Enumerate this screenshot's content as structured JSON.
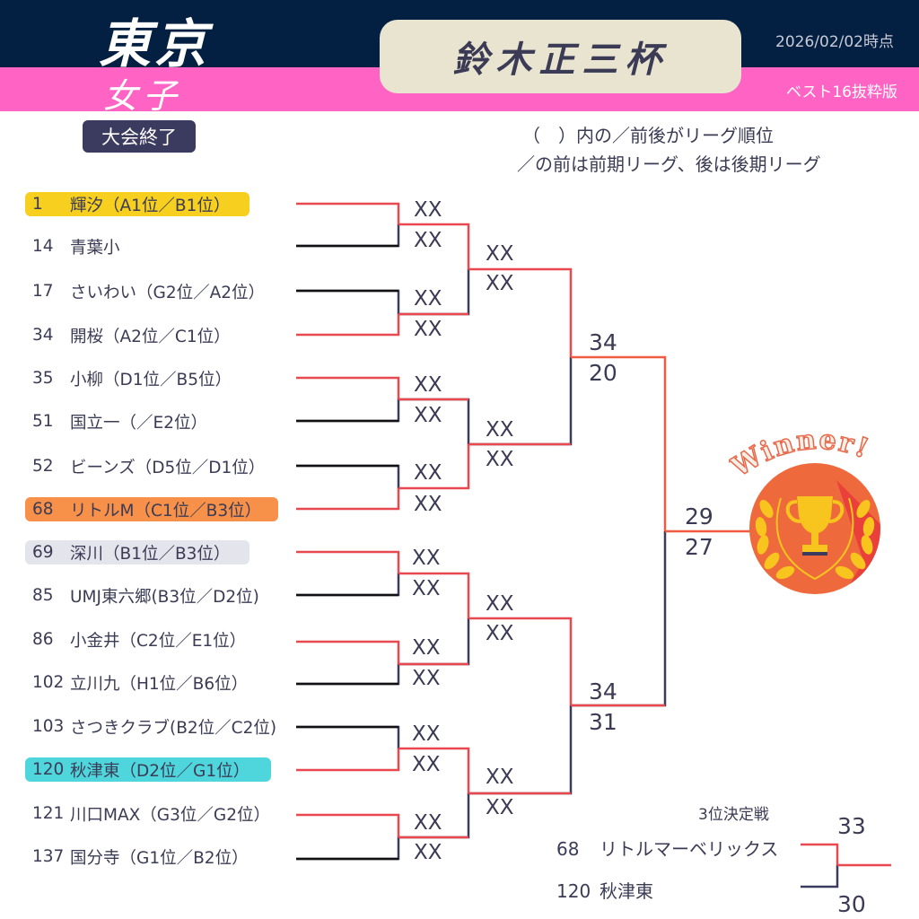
{
  "header": {
    "region": "東京",
    "category": "女子",
    "cup_title": "鈴木正三杯",
    "date": "2026/02/02時点",
    "edition": "ベスト16抜粋版",
    "status": "大会終了"
  },
  "notes": {
    "line1": "（　）内の／前後がリーグ順位",
    "line2": "／の前は前期リーグ、後は後期リーグ"
  },
  "teams": [
    {
      "seed": "1",
      "name": "輝汐（A1位／B1位）",
      "highlight": "#f7cf1f"
    },
    {
      "seed": "14",
      "name": "青葉小",
      "highlight": null
    },
    {
      "seed": "17",
      "name": "さいわい（G2位／A2位）",
      "highlight": null
    },
    {
      "seed": "34",
      "name": "開桜（A2位／C1位）",
      "highlight": null
    },
    {
      "seed": "35",
      "name": "小柳（D1位／B5位）",
      "highlight": null
    },
    {
      "seed": "51",
      "name": "国立一（／E2位）",
      "highlight": null
    },
    {
      "seed": "52",
      "name": "ビーンズ（D5位／D1位）",
      "highlight": null
    },
    {
      "seed": "68",
      "name": "リトルM（C1位／B3位）",
      "highlight": "#f7914a"
    },
    {
      "seed": "69",
      "name": "深川（B1位／B3位）",
      "highlight": "#e4e4ec"
    },
    {
      "seed": "85",
      "name": "UMJ東六郷(B3位／D2位)",
      "highlight": null
    },
    {
      "seed": "86",
      "name": "小金井（C2位／E1位）",
      "highlight": null
    },
    {
      "seed": "102",
      "name": "立川九（H1位／B6位）",
      "highlight": null
    },
    {
      "seed": "103",
      "name": "さつきクラブ(B2位／C2位)",
      "highlight": null
    },
    {
      "seed": "120",
      "name": "秋津東（D2位／G1位）",
      "highlight": "#4fd6dc"
    },
    {
      "seed": "121",
      "name": "川口MAX（G3位／G2位）",
      "highlight": null
    },
    {
      "seed": "137",
      "name": "国分寺（G1位／B2位）",
      "highlight": null
    }
  ],
  "round1_scores": [
    [
      "XX",
      "XX"
    ],
    [
      "XX",
      "XX"
    ],
    [
      "XX",
      "XX"
    ],
    [
      "XX",
      "XX"
    ],
    [
      "XX",
      "XX"
    ],
    [
      "XX",
      "XX"
    ],
    [
      "XX",
      "XX"
    ],
    [
      "XX",
      "XX"
    ]
  ],
  "round2_scores": [
    [
      "XX",
      "XX"
    ],
    [
      "XX",
      "XX"
    ],
    [
      "XX",
      "XX"
    ],
    [
      "XX",
      "XX"
    ]
  ],
  "semifinal_scores": [
    [
      "34",
      "20"
    ],
    [
      "34",
      "31"
    ]
  ],
  "final_scores": [
    "29",
    "27"
  ],
  "winner_label": "Winner!",
  "third_place": {
    "title": "3位決定戦",
    "team1": {
      "seed": "68",
      "name": "リトルマーベリックス",
      "score": "33"
    },
    "team2": {
      "seed": "120",
      "name": "秋津東",
      "score": "30"
    }
  },
  "colors": {
    "navy": "#031f42",
    "pink": "#ff63c3",
    "win_line": "#e8484e",
    "lose_line": "#3b3b5f",
    "first_round_lose": "#111111",
    "text": "#3b3b55"
  }
}
